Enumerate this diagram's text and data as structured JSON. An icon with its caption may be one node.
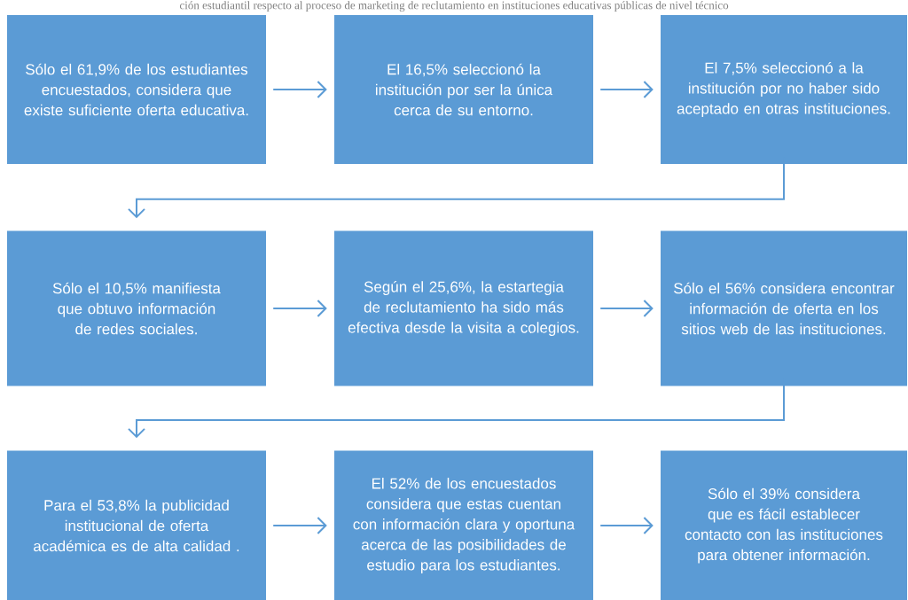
{
  "diagram": {
    "title": "ción estudiantil respecto al proceso de marketing de reclutamiento en instituciones educativas públicas de nivel técnico",
    "nodes": [
      {
        "text": [
          "Sólo el 61,9% de los estudiantes encuestados, considera que existe suficiente oferta educativa."
        ]
      },
      {
        "text": [
          "El 16,5% seleccionó la institución por ser la única cerca de su entorno."
        ]
      },
      {
        "text": [
          "El 7,5% seleccionó a la institución por no haber sido aceptado en otras instituciones."
        ]
      },
      {
        "text": [
          "Sólo el 10,5% manifiesta que obtuvo información de redes sociales."
        ]
      },
      {
        "text": [
          "Según el 25,6%, la estartegia de reclutamiento ha sido más efectiva desde la visita a colegios."
        ]
      },
      {
        "text": [
          "Sólo el 56% considera encontrar información de oferta en los sitios web de las instituciones."
        ]
      },
      {
        "text": [
          "Para el 53,8%  la publicidad institucional de oferta académica es de alta calidad ."
        ]
      },
      {
        "text": [
          "El 52% de los encuestados considera que estas cuentan con información clara y oportuna acerca de las posibilidades de estudio para los estudiantes."
        ]
      },
      {
        "text": [
          "Sólo el 39% considera que es fácil establecer contacto con las instituciones para obtener información."
        ]
      }
    ],
    "edges": [
      {
        "from": 0,
        "to": 1,
        "arrow": "to"
      },
      {
        "from": 1,
        "to": 2,
        "arrow": "to"
      },
      {
        "from": 2,
        "to": 3,
        "arrow": "to"
      },
      {
        "from": 3,
        "to": 4,
        "arrow": "to"
      },
      {
        "from": 4,
        "to": 5,
        "arrow": "to"
      },
      {
        "from": 5,
        "to": 6,
        "arrow": "to"
      },
      {
        "from": 6,
        "to": 7,
        "arrow": "to"
      },
      {
        "from": 7,
        "to": 8,
        "arrow": "to"
      }
    ]
  }
}
